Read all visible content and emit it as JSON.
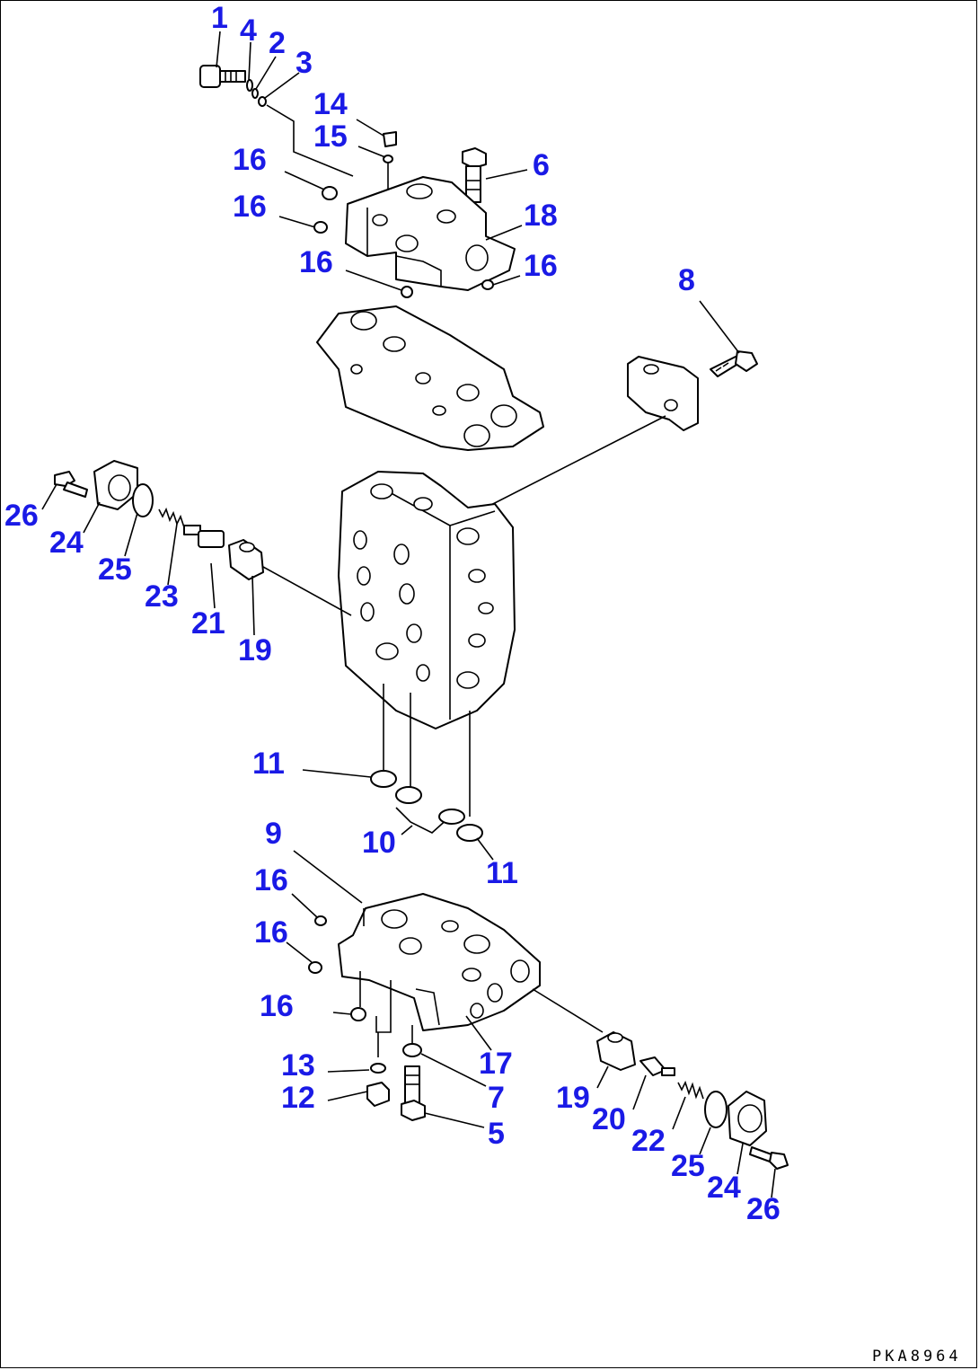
{
  "diagram": {
    "drawing_code": "PKA8964",
    "callouts": {
      "c1": "1",
      "c4": "4",
      "c2": "2",
      "c3": "3",
      "c14": "14",
      "c15": "15",
      "c6": "6",
      "c16a": "16",
      "c16b": "16",
      "c18": "18",
      "c16c": "16",
      "c16d": "16",
      "c8": "8",
      "c26a": "26",
      "c24a": "24",
      "c25a": "25",
      "c23": "23",
      "c21": "21",
      "c19a": "19",
      "c11a": "11",
      "c9": "9",
      "c10": "10",
      "c11b": "11",
      "c16e": "16",
      "c16f": "16",
      "c16g": "16",
      "c13": "13",
      "c12": "12",
      "c17": "17",
      "c7": "7",
      "c5": "5",
      "c19b": "19",
      "c20": "20",
      "c22": "22",
      "c25b": "25",
      "c24b": "24",
      "c26b": "26"
    },
    "colors": {
      "callout": "#1a1ae6",
      "lines": "#000000"
    }
  }
}
